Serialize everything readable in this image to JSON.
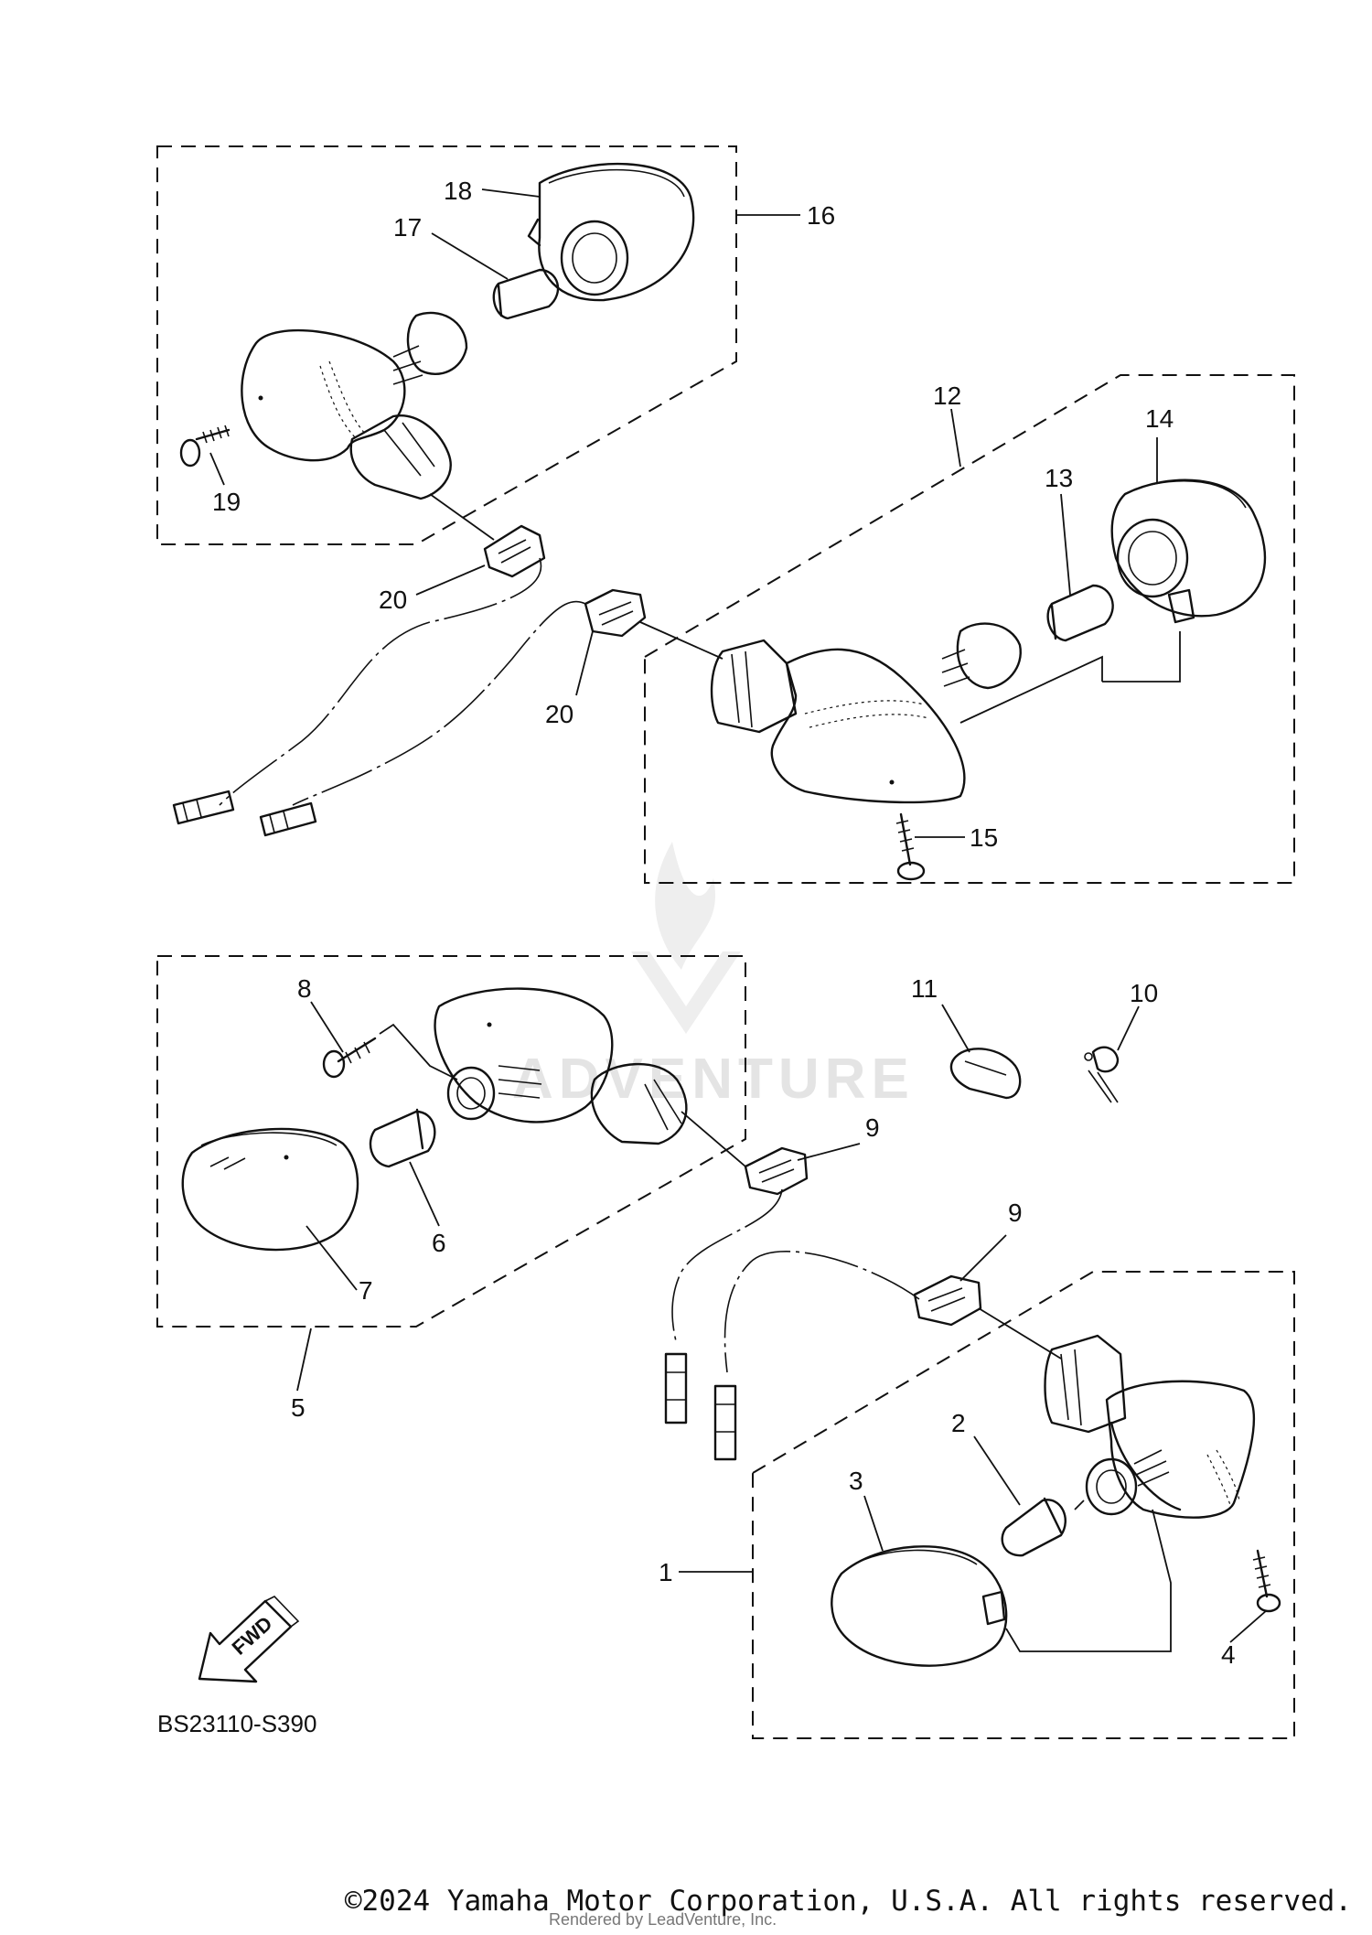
{
  "diagram": {
    "callouts": {
      "c1": "1",
      "c2": "2",
      "c3": "3",
      "c4": "4",
      "c5": "5",
      "c6": "6",
      "c7": "7",
      "c8": "8",
      "c9a": "9",
      "c9b": "9",
      "c10": "10",
      "c11": "11",
      "c12": "12",
      "c13": "13",
      "c14": "14",
      "c15": "15",
      "c16": "16",
      "c17": "17",
      "c18": "18",
      "c19": "19",
      "c20a": "20",
      "c20b": "20"
    },
    "fwd_label": "FWD",
    "reference_code": "BS23110-S390",
    "watermark_text": "ADVENTURE"
  },
  "footer": {
    "copyright": "©2024 Yamaha Motor Corporation, U.S.A. All rights reserved.",
    "rendered_by": "Rendered by LeadVenture, Inc."
  }
}
